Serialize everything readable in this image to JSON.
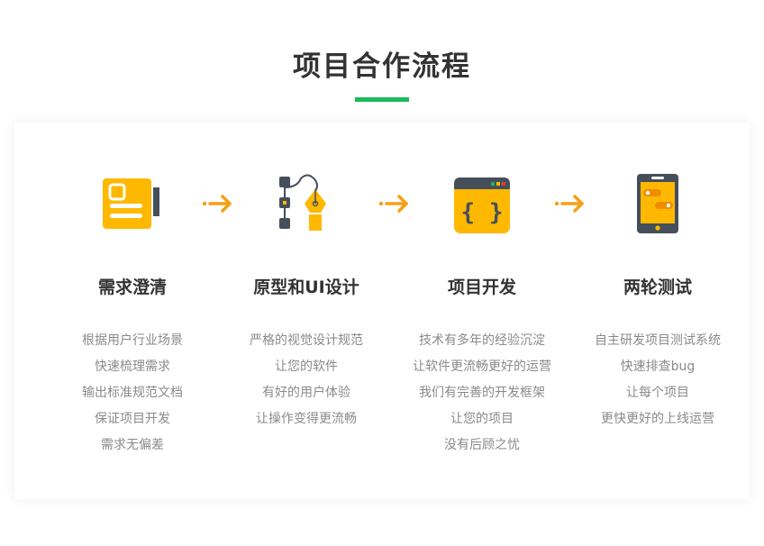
{
  "page": {
    "title": "项目合作流程",
    "accent_color": "#1cba5a",
    "icon_color": "#ffb800",
    "arrow_color": "#f5a015"
  },
  "steps": [
    {
      "icon": "document-icon",
      "heading": "需求澄清",
      "items": [
        "根据用户行业场景",
        "快速梳理需求",
        "输出标准规范文档",
        "保证项目开发",
        "需求无偏差"
      ]
    },
    {
      "icon": "pen-tool-icon",
      "heading": "原型和UI设计",
      "items": [
        "严格的视觉设计规范",
        "让您的软件",
        "有好的用户体验",
        "让操作变得更流畅"
      ]
    },
    {
      "icon": "code-window-icon",
      "heading": "项目开发",
      "items": [
        "技术有多年的经验沉淀",
        "让软件更流畅更好的运营",
        "我们有完善的开发框架",
        "让您的项目",
        "没有后顾之忧"
      ]
    },
    {
      "icon": "mobile-phone-icon",
      "heading": "两轮测试",
      "items": [
        "自主研发项目测试系统",
        "快速排查bug",
        "让每个项目",
        "更快更好的上线运营"
      ]
    }
  ],
  "code_icon_glyph": "{ }"
}
